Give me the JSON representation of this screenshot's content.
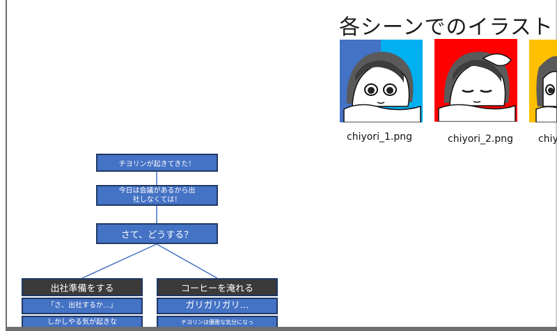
{
  "slide": {
    "title": "各シーンでのイラスト"
  },
  "illustrations": [
    {
      "caption": "chiyori_1.png",
      "colors": [
        "#4472c4",
        "#00b0f0"
      ]
    },
    {
      "caption": "chiyori_2.png",
      "colors": [
        "#ff0000"
      ]
    },
    {
      "caption": "chiy",
      "colors": [
        "#ffc000"
      ]
    }
  ],
  "flow": {
    "wake": "チヨリンが起きてきた！",
    "meeting_line1": "今日は会議があるから出",
    "meeting_line2": "社しなくては！",
    "question": "さて、どうする？",
    "left": {
      "title": "出社準備をする",
      "line1": "「さ、出社するか…」",
      "line2": "しかしやる気が起きな"
    },
    "right": {
      "title": "コーヒーを淹れる",
      "line1": "ガリガリガリ…",
      "line2": "チヨリンは優雅な気分になっ"
    }
  },
  "colors": {
    "box_fill": "#4472c4",
    "box_border": "#1f3864",
    "header_fill": "#3a3a3a"
  }
}
